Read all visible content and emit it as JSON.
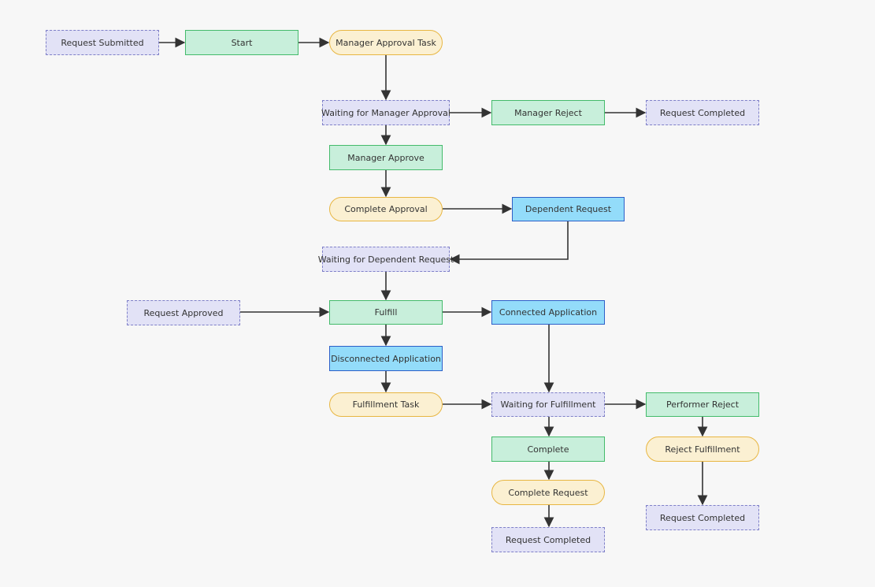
{
  "nodes": {
    "request_submitted": "Request Submitted",
    "start": "Start",
    "manager_approval_task": "Manager Approval Task",
    "waiting_manager_approval": "Waiting for Manager Approval",
    "manager_reject": "Manager Reject",
    "request_completed_1": "Request Completed",
    "manager_approve": "Manager Approve",
    "complete_approval": "Complete Approval",
    "dependent_request": "Dependent Request",
    "waiting_dependent_request": "Waiting for Dependent Request",
    "request_approved": "Request Approved",
    "fulfill": "Fulfill",
    "connected_application": "Connected Application",
    "disconnected_application": "Disconnected Application",
    "fulfillment_task": "Fulfillment Task",
    "waiting_fulfillment": "Waiting for Fulfillment",
    "performer_reject": "Performer Reject",
    "complete": "Complete",
    "reject_fulfillment": "Reject Fulfillment",
    "complete_request": "Complete Request",
    "request_completed_2": "Request Completed",
    "request_completed_3": "Request Completed"
  },
  "colors": {
    "background": "#f7f7f7",
    "state_fill": "#e2e2f6",
    "state_border": "#7f80c8",
    "step_fill": "#c8efdb",
    "step_border": "#44bb6b",
    "task_fill": "#fbf0d2",
    "task_border": "#e8b642",
    "app_fill": "#93dcfa",
    "app_border": "#2d5fc8",
    "edge": "#333333"
  }
}
